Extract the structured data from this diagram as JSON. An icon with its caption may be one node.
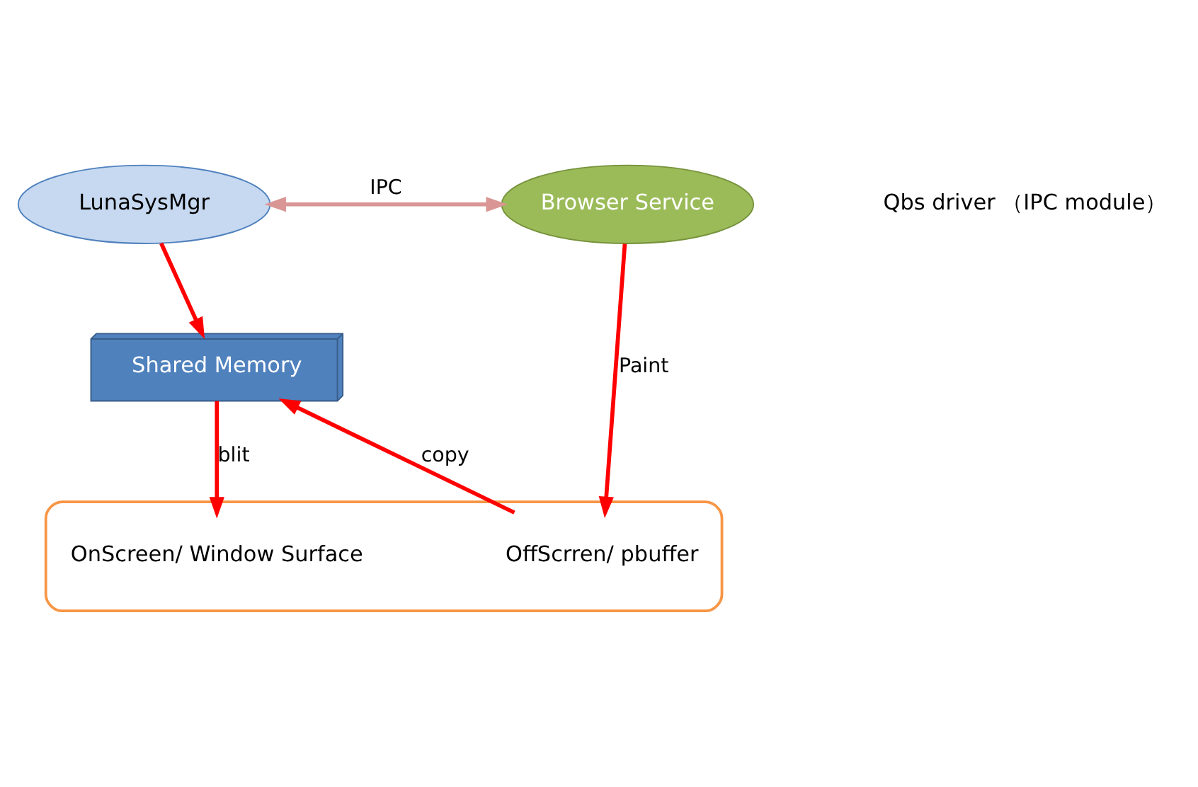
{
  "diagram": {
    "nodes": [
      {
        "text": [
          "LunaSysMgr"
        ]
      },
      {
        "text": [
          "Browser Service"
        ]
      },
      {
        "text": [
          "Shared Memory"
        ]
      },
      {
        "text": [],
        "shape": "box"
      },
      {
        "text": [
          "OnScreen/ Window Surface"
        ],
        "in": 3
      },
      {
        "text": [
          "OffScrren/ pbuffer"
        ],
        "in": 3
      }
    ],
    "edges": [
      {
        "from": 0,
        "to": 1,
        "arrow": "both",
        "label": "IPC",
        "color": "#d99694"
      },
      {
        "from": 0,
        "to": 2,
        "arrow": "to"
      },
      {
        "from": 2,
        "to": 4,
        "arrow": "to",
        "label": "blit"
      },
      {
        "from": 1,
        "to": 5,
        "arrow": "to",
        "label": "Paint"
      },
      {
        "from": 5,
        "to": 2,
        "arrow": "to",
        "label": "copy"
      }
    ],
    "labels": [
      "Qbs driver （IPC module）"
    ]
  }
}
